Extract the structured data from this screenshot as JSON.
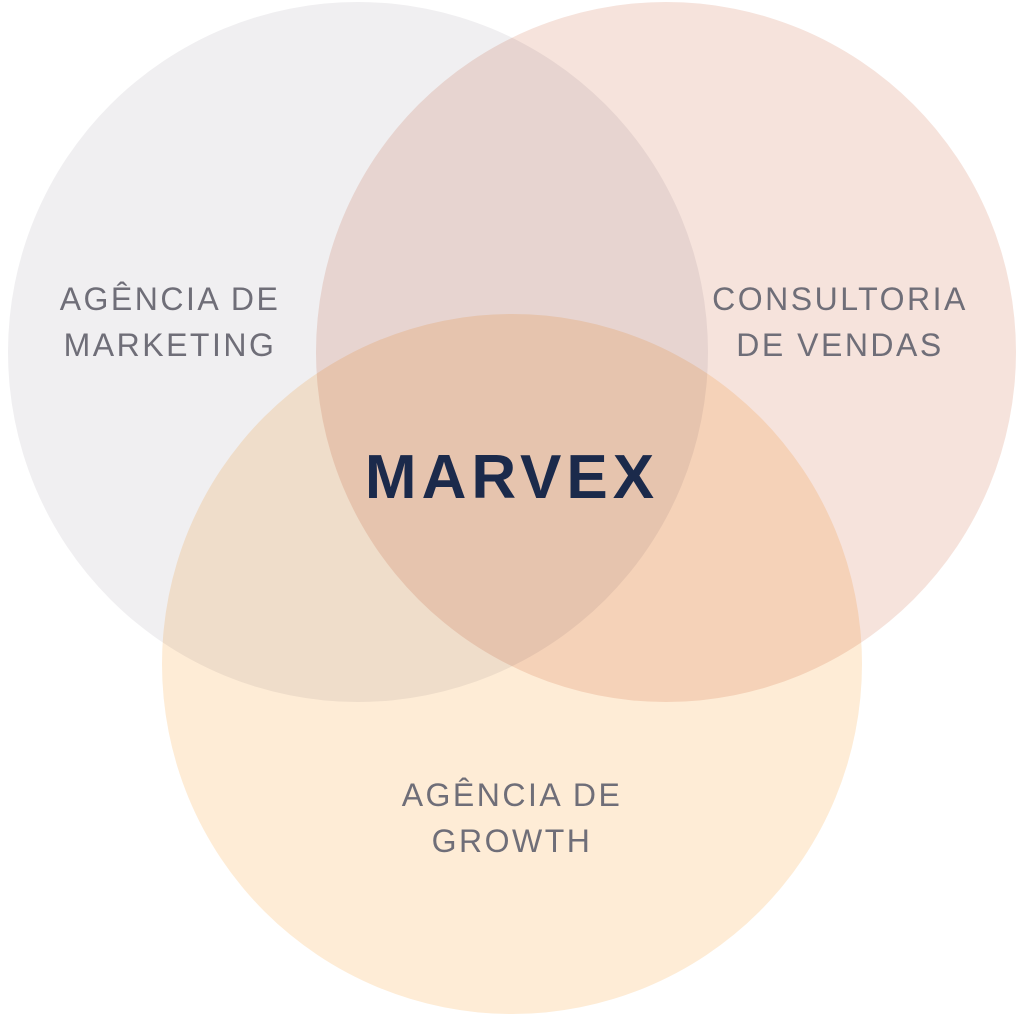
{
  "page": {
    "background": "#FFFFFF"
  },
  "diagram": {
    "type": "venn",
    "brand": {
      "label": "MARVEX",
      "color": "#1B2A4B"
    },
    "label_color": "#6F6E78",
    "circles": [
      {
        "id": "marketing",
        "label": "AGÊNCIA DE\nMARKETING",
        "color": "#F0EFF1"
      },
      {
        "id": "sales",
        "label": "CONSULTORIA\nDE VENDAS",
        "color": "#F6E3DC"
      },
      {
        "id": "growth",
        "label": "AGÊNCIA DE\nGROWTH",
        "color": "#FEECD6"
      }
    ]
  }
}
